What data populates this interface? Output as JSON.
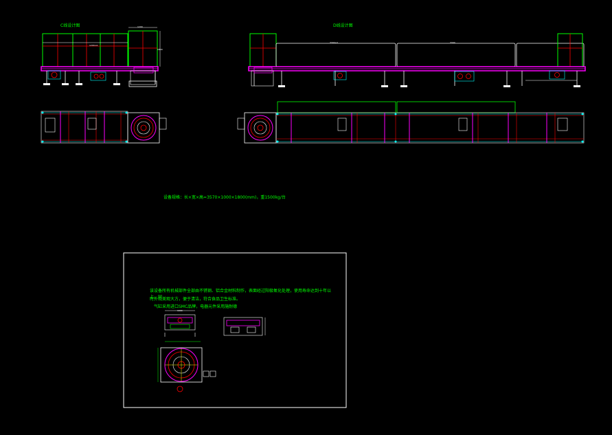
{
  "titles": {
    "left_view": "C线设计图",
    "right_view": "D线设计图"
  },
  "spec_text": "设备规格：长×宽×高=3570×1000×1800(mm)，重1500kg/台",
  "notes": {
    "line1": "该设备所有机械部件全部由不锈钢、铝合金材料制作，表面经过阳极氧化处理，使用寿命达到十年以上，同",
    "line2": "时外观美观大方，便于清洁，符合食品卫生标准。",
    "line3": "气缸采用进口SMC品牌，电器元件采用施耐德"
  },
  "dims": {
    "d1": "1200",
    "d2": "1200×4",
    "d3": "1800",
    "d4": "3300×2",
    "d5": "3300",
    "d6": "1000"
  },
  "colors": {
    "green": "#00ff00",
    "red": "#ff0000",
    "magenta": "#ff00ff",
    "white": "#ffffff",
    "cyan": "#00ffff",
    "yellow": "#ffff00",
    "blue": "#0000ff"
  }
}
